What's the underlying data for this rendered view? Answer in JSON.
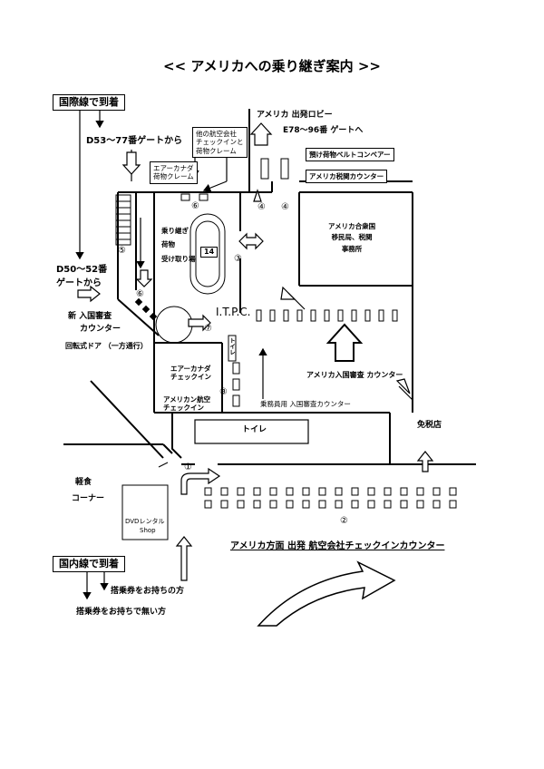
{
  "title": "<< アメリカへの乗り継ぎ案内 >>",
  "arrivals": {
    "international": "国際線で到着",
    "domestic": "国内線で到着"
  },
  "gates": {
    "d53_77": "D53～77番ゲートから",
    "d50_52_line1": "D50～52番",
    "d50_52_line2": "ゲートから",
    "e78_96": "E78～96番 ゲートへ"
  },
  "facilities": {
    "us_departure_lobby": "アメリカ 出発ロビー",
    "other_airline_line1": "他の航空会社",
    "other_airline_line2": "チェックインと",
    "other_airline_line3": "荷物クレーム",
    "air_canada_claim_line1": "エアーカナダ",
    "air_canada_claim_line2": "荷物クレーム",
    "transit_baggage_line1": "乗り継ぎ",
    "transit_baggage_line2": "荷物",
    "transit_baggage_line3": "受け取り場",
    "carousel_number": "14",
    "itpc": "I.T.P.C.",
    "belt_conveyor": "預け荷物ベルトコンベアー",
    "us_customs_counter": "アメリカ税関カウンター",
    "us_office_line1": "アメリカ合衆国",
    "us_office_line2": "移民局、税関",
    "us_office_line3": "事務所",
    "new_immigration_line1": "新 入国審査",
    "new_immigration_line2": "カウンター",
    "revolving_door": "回転式ドア （一方通行）",
    "air_canada_checkin_line1": "エアーカナダ",
    "air_canada_checkin_line2": "チェックイン",
    "american_checkin_line1": "アメリカン航空",
    "american_checkin_line2": "チェックイン",
    "toilet_vertical": "トイレ",
    "toilet": "トイレ",
    "us_immigration_counter": "アメリカ入国審査 カウンター",
    "crew_immigration": "乗務員用  入国審査カウンター",
    "duty_free": "免税店",
    "light_meal_line1": "軽食",
    "light_meal_line2": "コーナー",
    "dvd_rental_line1": "DVDレンタル",
    "dvd_rental_line2": "Shop",
    "us_departure_counter": "アメリカ方面 出発 航空会社チェックインカウンター"
  },
  "domestic_notes": {
    "with_pass": "搭乗券をお持ちの方",
    "without_pass": "搭乗券をお持ちで無い方"
  },
  "markers": {
    "m1": "①",
    "m2": "②",
    "m3": "③",
    "m4a": "④",
    "m4b": "④",
    "m5": "⑤",
    "m6a": "⑥",
    "m6b": "⑥",
    "m7": "⑦",
    "m8": "⑧"
  }
}
